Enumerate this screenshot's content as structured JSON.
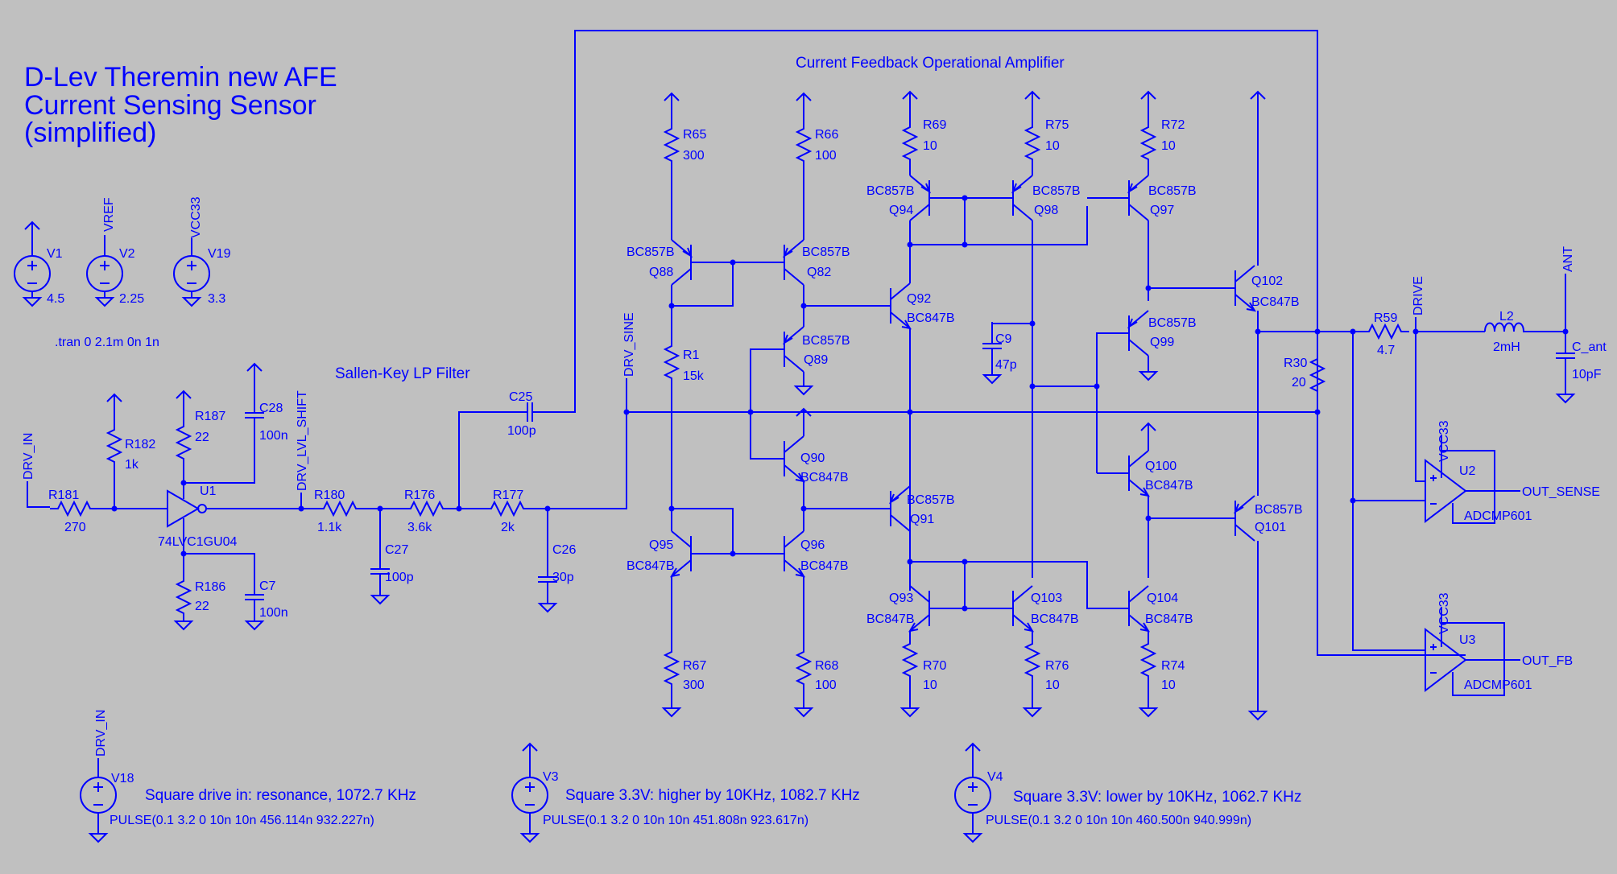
{
  "title_lines": [
    "D-Lev Theremin new AFE",
    "Current Sensing Sensor",
    "(simplified)"
  ],
  "section_labels": {
    "cfoa": "Current Feedback Operational Amplifier",
    "sallen": "Sallen-Key LP Filter"
  },
  "directives": {
    "tran": ".tran 0 2.1m 0n 1n"
  },
  "net_labels": {
    "vref": "VREF",
    "vcc33": "VCC33",
    "drv_in": "DRV_IN",
    "drv_in2": "DRV_IN",
    "drv_lvl_shift": "DRV_LVL_SHIFT",
    "drv_sine": "DRV_SINE",
    "drive": "DRIVE",
    "ant": "ANT",
    "c_ant": "C_ant",
    "out_sense": "OUT_SENSE",
    "out_fb": "OUT_FB",
    "vcc33_u2": "VCC33",
    "vcc33_u3": "VCC33"
  },
  "sources": {
    "v1": {
      "name": "V1",
      "value": "4.5"
    },
    "v2": {
      "name": "V2",
      "value": "2.25"
    },
    "v19": {
      "name": "V19",
      "value": "3.3"
    },
    "v18": {
      "name": "V18",
      "comment": "Square drive in: resonance, 1072.7 KHz",
      "spec": "PULSE(0.1 3.2 0 10n 10n 456.114n 932.227n)"
    },
    "v3": {
      "name": "V3",
      "comment": "Square 3.3V: higher by 10KHz, 1082.7 KHz",
      "spec": "PULSE(0.1 3.2 0 10n 10n 451.808n 923.617n)"
    },
    "v4": {
      "name": "V4",
      "comment": "Square 3.3V: lower by 10KHz, 1062.7 KHz",
      "spec": "PULSE(0.1 3.2 0 10n 10n 460.500n 940.999n)"
    }
  },
  "resistors": {
    "r181": {
      "name": "R181",
      "value": "270"
    },
    "r182": {
      "name": "R182",
      "value": "1k"
    },
    "r187": {
      "name": "R187",
      "value": "22"
    },
    "r186": {
      "name": "R186",
      "value": "22"
    },
    "r180": {
      "name": "R180",
      "value": "1.1k"
    },
    "r176": {
      "name": "R176",
      "value": "3.6k"
    },
    "r177": {
      "name": "R177",
      "value": "2k"
    },
    "r65": {
      "name": "R65",
      "value": "300"
    },
    "r66": {
      "name": "R66",
      "value": "100"
    },
    "r1": {
      "name": "R1",
      "value": "15k"
    },
    "r67": {
      "name": "R67",
      "value": "300"
    },
    "r68": {
      "name": "R68",
      "value": "100"
    },
    "r69": {
      "name": "R69",
      "value": "10"
    },
    "r75": {
      "name": "R75",
      "value": "10"
    },
    "r72": {
      "name": "R72",
      "value": "10"
    },
    "r70": {
      "name": "R70",
      "value": "10"
    },
    "r76": {
      "name": "R76",
      "value": "10"
    },
    "r74": {
      "name": "R74",
      "value": "10"
    },
    "r59": {
      "name": "R59",
      "value": "4.7"
    },
    "r30": {
      "name": "R30",
      "value": "20"
    }
  },
  "capacitors": {
    "c28": {
      "name": "C28",
      "value": "100n"
    },
    "c7": {
      "name": "C7",
      "value": "100n"
    },
    "c27": {
      "name": "C27",
      "value": "100p"
    },
    "c26": {
      "name": "C26",
      "value": "30p"
    },
    "c25": {
      "name": "C25",
      "value": "100p"
    },
    "c9": {
      "name": "C9",
      "value": "47p"
    },
    "cant": {
      "name": "",
      "value": "10pF"
    }
  },
  "inductors": {
    "l2": {
      "name": "L2",
      "value": "2mH"
    }
  },
  "ics": {
    "u1": {
      "name": "U1",
      "part": "74LVC1GU04"
    },
    "u2": {
      "name": "U2",
      "part": "ADCMP601"
    },
    "u3": {
      "name": "U3",
      "part": "ADCMP601"
    }
  },
  "transistors": {
    "q88": {
      "name": "Q88",
      "part": "BC857B"
    },
    "q82": {
      "name": "Q82",
      "part": "BC857B"
    },
    "q89": {
      "name": "Q89",
      "part": "BC857B"
    },
    "q90": {
      "name": "Q90",
      "part": "BC847B"
    },
    "q95": {
      "name": "Q95",
      "part": "BC847B"
    },
    "q96": {
      "name": "Q96",
      "part": "BC847B"
    },
    "q92": {
      "name": "Q92",
      "part": "BC847B"
    },
    "q91": {
      "name": "Q91",
      "part": "BC857B"
    },
    "q94": {
      "name": "Q94",
      "part": "BC857B"
    },
    "q98": {
      "name": "Q98",
      "part": "BC857B"
    },
    "q97": {
      "name": "Q97",
      "part": "BC857B"
    },
    "q99": {
      "name": "Q99",
      "part": "BC857B"
    },
    "q102": {
      "name": "Q102",
      "part": "BC847B"
    },
    "q100": {
      "name": "Q100",
      "part": "BC847B"
    },
    "q101": {
      "name": "Q101",
      "part": "BC857B"
    },
    "q93": {
      "name": "Q93",
      "part": "BC847B"
    },
    "q103": {
      "name": "Q103",
      "part": "BC847B"
    },
    "q104": {
      "name": "Q104",
      "part": "BC847B"
    }
  },
  "colors": {
    "background": "#c0c0c0",
    "wire": "#0000ff"
  }
}
